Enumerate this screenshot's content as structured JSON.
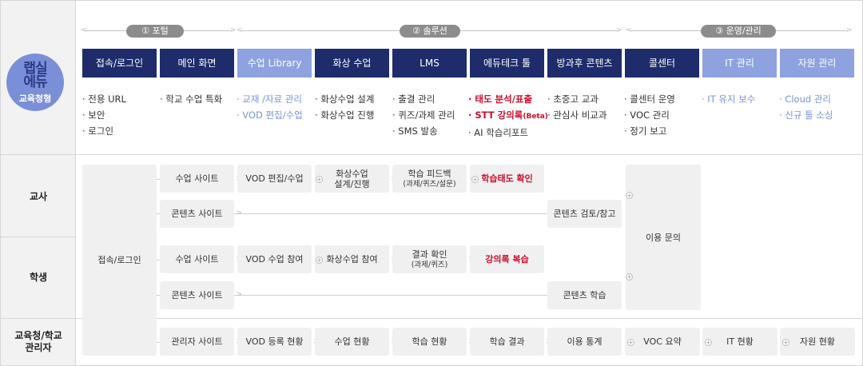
{
  "logo": {
    "line1": "랩실",
    "line2": "에듀",
    "sub": "교육청형"
  },
  "sections": {
    "portal": "① 포털",
    "solution": "② 솔루션",
    "ops": "③ 운영/관리"
  },
  "columns": [
    "접속/로그인",
    "메인 화면",
    "수업 Library",
    "화상 수업",
    "LMS",
    "에듀테크 툴",
    "방과후 콘텐츠",
    "콜센터",
    "IT 관리",
    "자원 관리"
  ],
  "features": {
    "c1": [
      "· 전용 URL",
      "· 보안",
      "· 로그인"
    ],
    "c2": [
      "· 학교 수업 특화"
    ],
    "c3": [
      "· 교재 /자료 관리",
      "· VOD 편집/수업"
    ],
    "c4": [
      "· 화상수업 설계",
      "· 화상수업 진행"
    ],
    "c5": [
      "· 출결 관리",
      "· 퀴즈/과제 관리",
      "· SMS 발송"
    ],
    "c6": [
      "· 태도 분석/표출",
      "· STT 강의록",
      "(Beta)",
      "· AI 학습리포트"
    ],
    "c7": [
      "· 초중고 교과",
      "· 관심사 비교과"
    ],
    "c8": [
      "· 콜센터 운영",
      "· VOC 관리",
      "· 정기 보고"
    ],
    "c9": [
      "· IT 유지 보수"
    ],
    "c10": [
      "· Cloud 관리",
      "· 신규 툴 소싱"
    ]
  },
  "rows": {
    "teacher": "교사",
    "student": "학생",
    "admin_l1": "교육청/학교",
    "admin_l2": "관리자"
  },
  "flow": {
    "login": "접속/로그인",
    "inquiry": "이용 문의",
    "t_class_site": "수업 사이트",
    "t_vod": "VOD 편집/수업",
    "t_video_l1": "화상수업",
    "t_video_l2": "설계/진행",
    "t_feedback_l1": "학습 피드백",
    "t_feedback_l2": "(과제/퀴즈/설문)",
    "t_attitude": "학습태도 확인",
    "t_content_site": "콘텐츠 사이트",
    "t_content_review": "콘텐츠 검토/참고",
    "s_class_site": "수업 사이트",
    "s_vod": "VOD 수업 참여",
    "s_video": "화상수업 참여",
    "s_result_l1": "결과 확인",
    "s_result_l2": "(과제/퀴즈)",
    "s_lecture": "강의록 복습",
    "s_content_site": "콘텐츠 사이트",
    "s_content_learn": "콘텐츠 학습",
    "a_admin_site": "관리자 사이트",
    "a_vod": "VOD 등록 현황",
    "a_class": "수업 현황",
    "a_learning": "학습 현황",
    "a_result": "학습 결과",
    "a_usage": "이용 통계",
    "a_voc": "VOC 요약",
    "a_it": "IT 현황",
    "a_resource": "자원 현황"
  },
  "colors": {
    "navy": "#1e2c6b",
    "light_blue": "#8ea2e0",
    "red": "#c8102e",
    "logo": "#7b8fd8"
  }
}
